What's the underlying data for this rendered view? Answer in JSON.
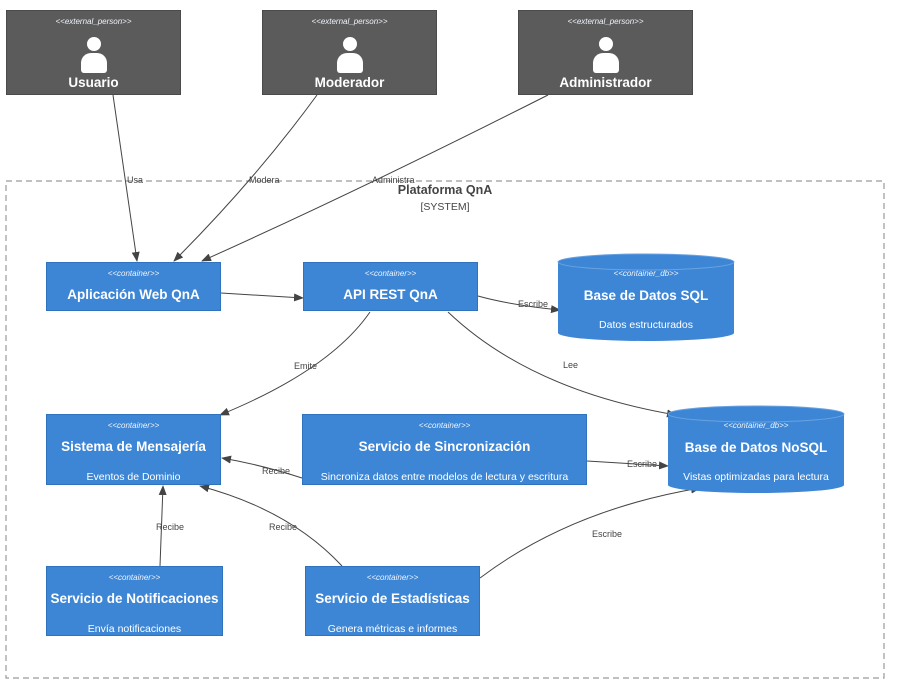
{
  "persons": [
    {
      "key": "usuario",
      "stereotype": "<<external_person>>",
      "name": "Usuario"
    },
    {
      "key": "moderador",
      "stereotype": "<<external_person>>",
      "name": "Moderador"
    },
    {
      "key": "administrador",
      "stereotype": "<<external_person>>",
      "name": "Administrador"
    }
  ],
  "boundary": {
    "title": "Plataforma QnA",
    "subtitle": "[SYSTEM]"
  },
  "containers": {
    "webapp": {
      "stereotype": "<<container>>",
      "name": "Aplicación Web QnA"
    },
    "api": {
      "stereotype": "<<container>>",
      "name": "API REST QnA"
    },
    "sqldb": {
      "stereotype": "<<container_db>>",
      "name": "Base de Datos SQL",
      "description": "Datos estructurados"
    },
    "messaging": {
      "stereotype": "<<container>>",
      "name": "Sistema de Mensajería",
      "description": "Eventos de Dominio"
    },
    "sync": {
      "stereotype": "<<container>>",
      "name": "Servicio de Sincronización",
      "description": "Sincroniza datos entre modelos de lectura y escritura"
    },
    "nosqldb": {
      "stereotype": "<<container_db>>",
      "name": "Base de Datos NoSQL",
      "description": "Vistas optimizadas para lectura"
    },
    "notif": {
      "stereotype": "<<container>>",
      "name": "Servicio de Notificaciones",
      "description": "Envía notificaciones"
    },
    "stats": {
      "stereotype": "<<container>>",
      "name": "Servicio de Estadísticas",
      "description": "Genera métricas e informes"
    }
  },
  "relations": [
    {
      "key": "usa",
      "label": "Usa"
    },
    {
      "key": "modera",
      "label": "Modera"
    },
    {
      "key": "administra",
      "label": "Administra"
    },
    {
      "key": "web_api",
      "label": ""
    },
    {
      "key": "api_sql",
      "label": "Escribe"
    },
    {
      "key": "api_msg",
      "label": "Emite"
    },
    {
      "key": "api_nosql",
      "label": "Lee"
    },
    {
      "key": "sync_msg",
      "label": "Recibe"
    },
    {
      "key": "sync_nosql",
      "label": "Escribe"
    },
    {
      "key": "notif_msg",
      "label": "Recibe"
    },
    {
      "key": "stats_msg",
      "label": "Recibe"
    },
    {
      "key": "stats_nosql",
      "label": "Escribe"
    }
  ],
  "colors": {
    "person": "#5b5b5b",
    "container": "#3d86d6",
    "boundary": "#9a9a9a",
    "arrow": "#444444"
  }
}
